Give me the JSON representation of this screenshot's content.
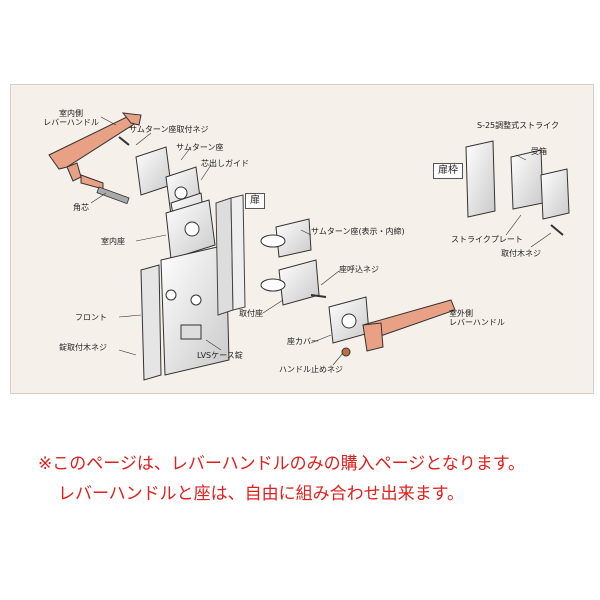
{
  "labels": {
    "indoor_lever": "室内側\nレバーハンドル",
    "thumbturn_screw": "サムターン座取付ネジ",
    "thumbturn_seat": "サムターン座",
    "core_guide": "芯出しガイド",
    "square_core": "角芯",
    "indoor_seat": "室内座",
    "front": "フロント",
    "lock_screw": "錠取付木ネジ",
    "lvs_case": "LVSケース錠",
    "door_tag": "扉",
    "thumbturn_display": "サムターン座(表示・内締)",
    "seat_screw": "座呼込ネジ",
    "mount_seat": "取付座",
    "seat_cover": "座カバー",
    "handle_screw": "ハンドル止めネジ",
    "outdoor_lever": "室外側\nレバーハンドル",
    "strike_title": "S-25調整式ストライク",
    "frame_tag": "扉枠",
    "strike_box": "受箱",
    "strike_plate": "ストライクプレート",
    "strike_screw": "取付木ネジ"
  },
  "notice": {
    "line1": "※このページは、レバーハンドルのみの購入ページとなります。",
    "line2": "レバーハンドルと座は、自由に組み合わせ出来ます。"
  },
  "colors": {
    "lever": "#e8a184",
    "panel": "#f5f0ea",
    "notice": "#e0201c"
  }
}
